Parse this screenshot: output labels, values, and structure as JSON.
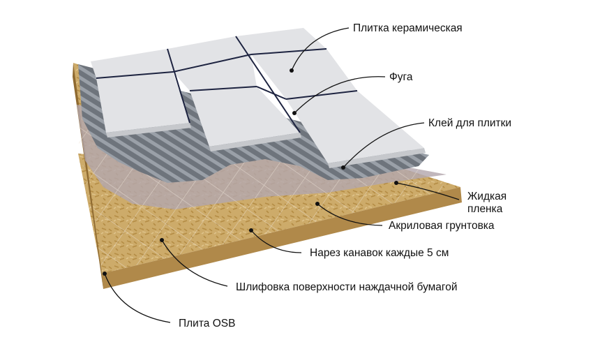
{
  "labels": {
    "ceramic_tile": "Плитка керамическая",
    "grout": "Фуга",
    "tile_adhesive": "Клей для плитки",
    "liquid_film_1": "Жидкая",
    "liquid_film_2": "пленка",
    "acrylic_primer": "Акриловая грунтовка",
    "grooves": "Нарез канавок каждые 5 см",
    "sanding": "Шлифовка поверхности наждачной бумагой",
    "osb_board": "Плита OSB"
  },
  "colors": {
    "tile": "#e2e3e6",
    "tile_edge": "#c6c8cc",
    "grout": "#1d2340",
    "adhesive": "#6e747c",
    "adhesive_rib": "#9aa0a8",
    "membrane": "#b3a7ad",
    "osb": "#c9a765",
    "osb_edge": "#a8823e"
  }
}
